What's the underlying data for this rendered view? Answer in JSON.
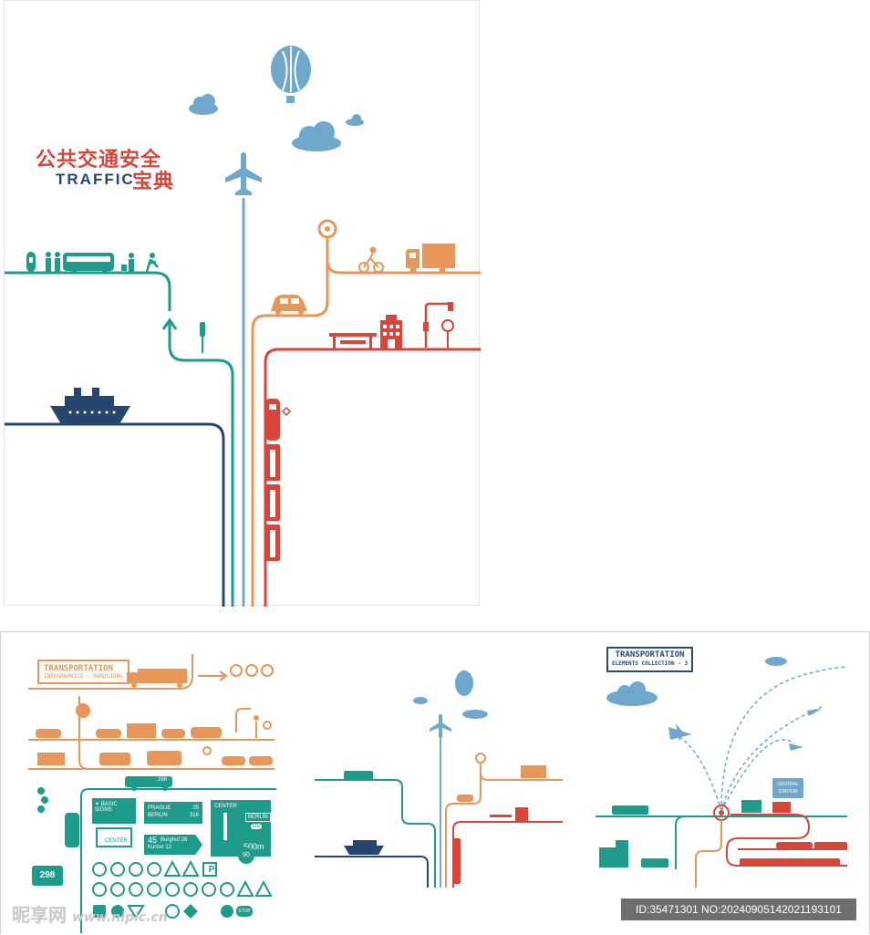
{
  "colors": {
    "teal": "#1e9b8a",
    "navy": "#27466f",
    "sky": "#6fa8cc",
    "orange": "#e9965a",
    "red": "#d8453a"
  },
  "top_panel": {
    "title_cn": "公共交通安全",
    "title_en": "TRAFFIC",
    "title_cn_2": "宝典",
    "icons": [
      "balloon-icon",
      "cloud-icon",
      "airplane-icon",
      "bus-icon",
      "truck-icon",
      "car-icon",
      "bicycle-icon",
      "ship-icon",
      "train-icon",
      "traffic-light-icon",
      "building-icon",
      "bus-stop-icon",
      "speed-sign-icon"
    ]
  },
  "bottom_left": {
    "title": "TRANSPORTATION",
    "subtitle": "INFOGRAPHICS · ROADSIGNS",
    "bus_number": "298",
    "signs": {
      "basic": "✦ BASIC SIGNS",
      "prague": "PRAGUE",
      "prague_dist": "25",
      "berlin": "BERLIN",
      "berlin_dist": "316",
      "center": "CENTER",
      "center_small": "CENTER",
      "berlin_sign": "BERLIN",
      "de": "DE",
      "dist_500": "500m",
      "road_45": "45",
      "burghof": "Burghof",
      "burghof_dist": "28",
      "kurzer": "Kurzer",
      "kurzer_dist": "12",
      "big_298": "298",
      "p_sign": "P",
      "stop": "STOP",
      "speed_90": "90"
    }
  },
  "bottom_right": {
    "title": "TRANSPORTATION",
    "subtitle": "ELEMENTS COLLECTION - 3",
    "central_1": "CENTRAL",
    "central_2": "STATION"
  },
  "watermark": {
    "site": "昵享网",
    "url": "www.nipic.cn",
    "id_text": "ID:35471301 NO:20240905142021193101"
  }
}
